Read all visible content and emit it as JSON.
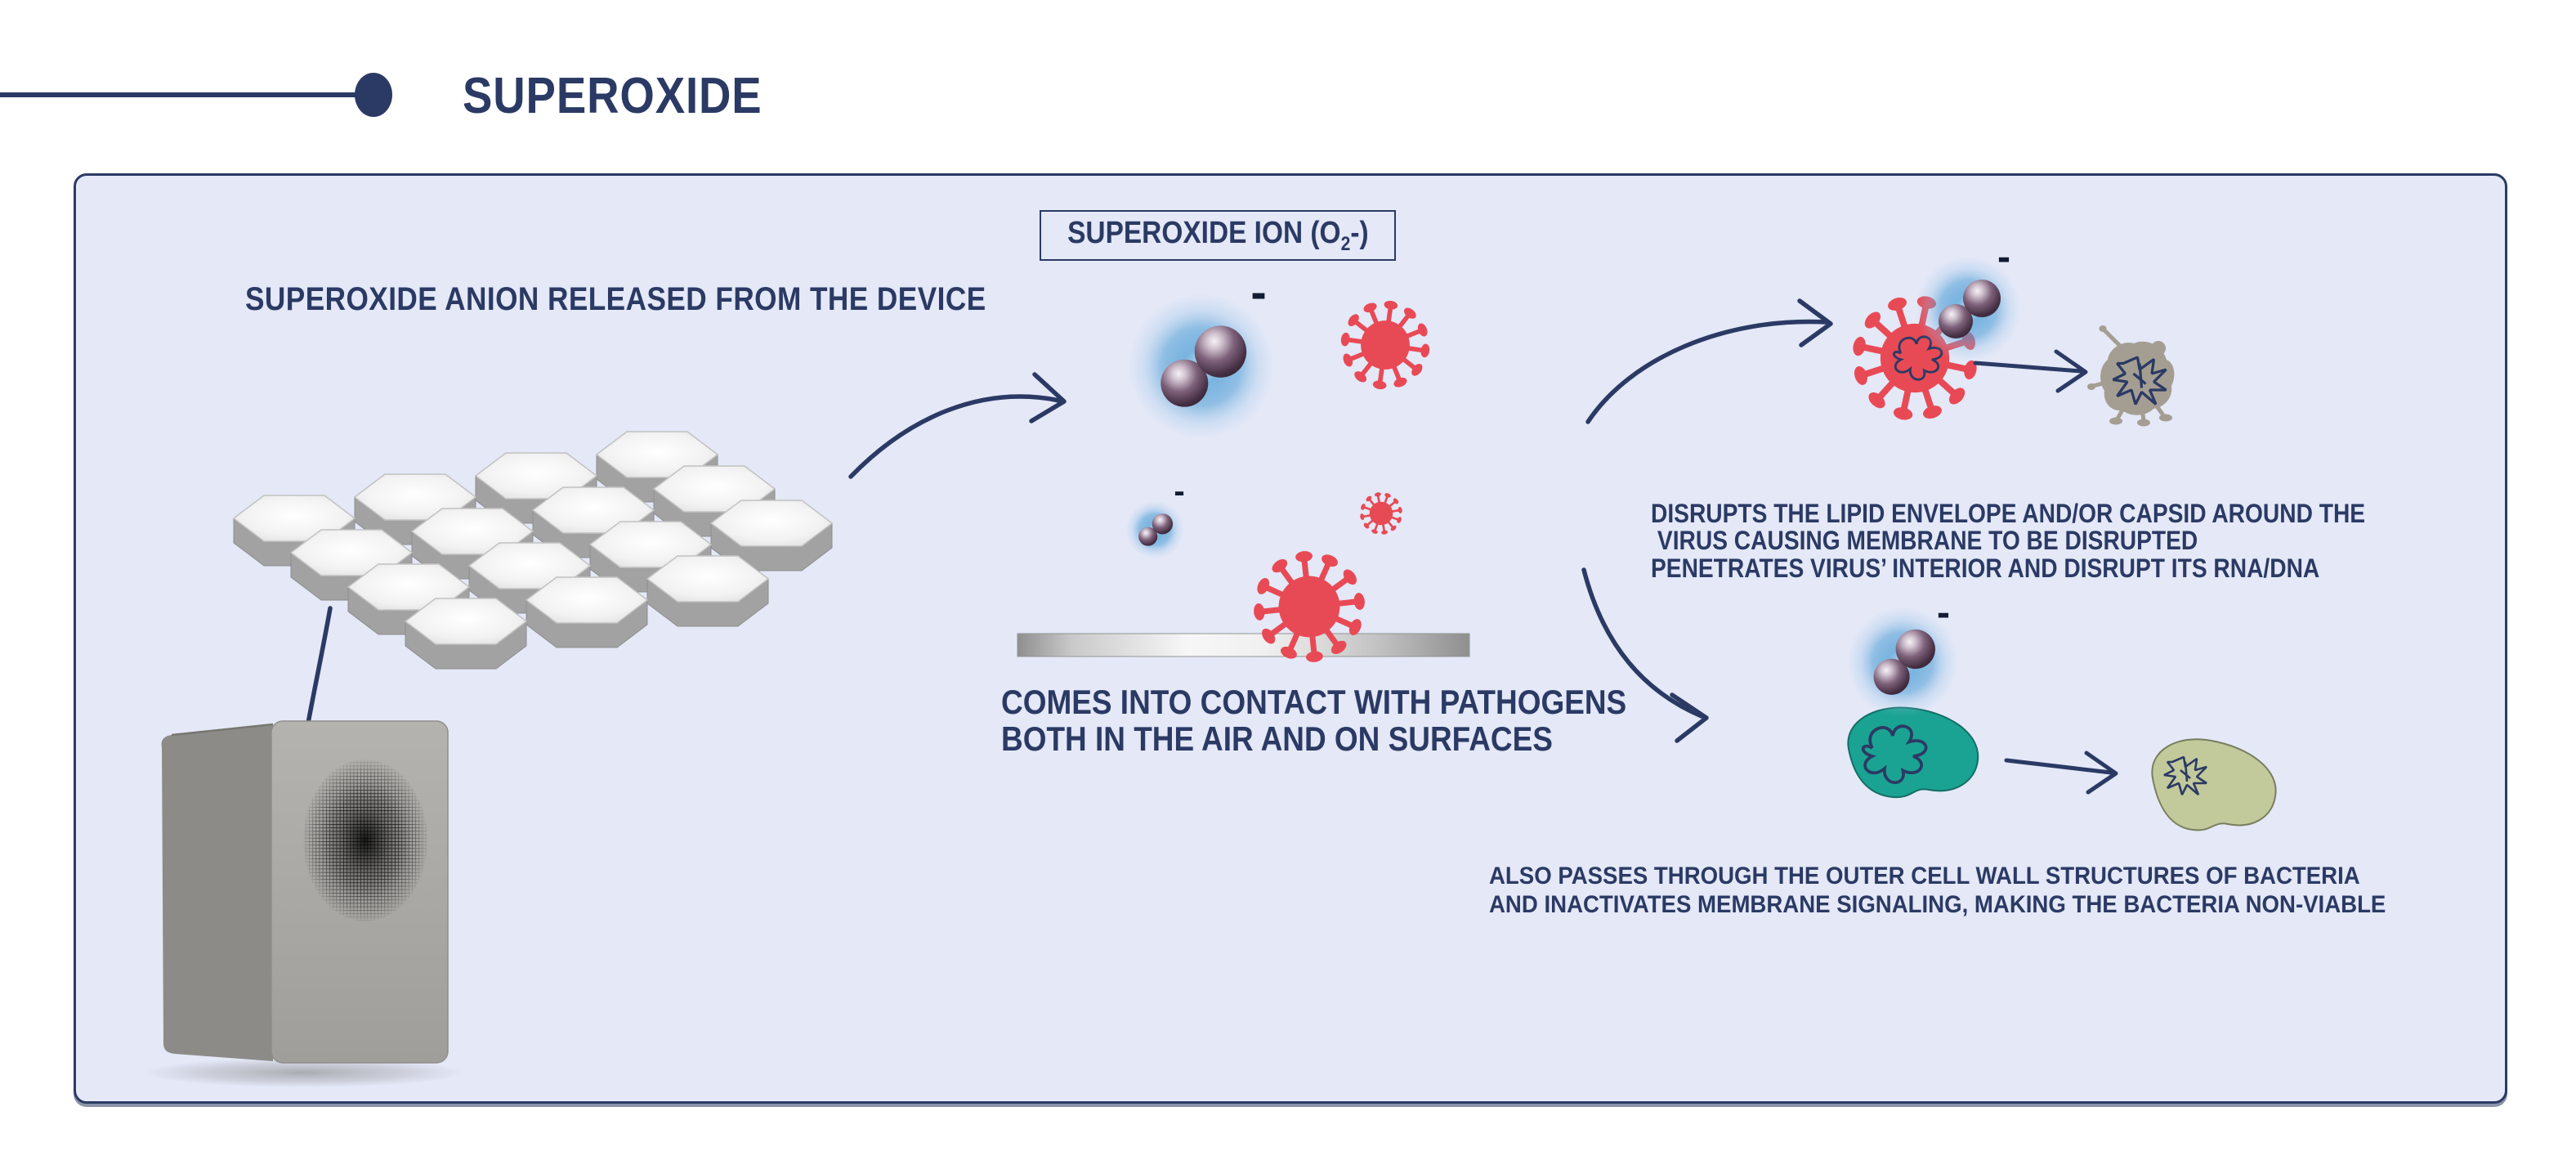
{
  "title": "SUPEROXIDE",
  "symbols": {
    "minus": "-"
  },
  "colors": {
    "accent_navy": "#2b3a64",
    "panel_bg": "#e4e8f7",
    "virus_red": "#e84a55",
    "virus_dead_gray": "#a49e92",
    "ion_glow_blue": "#4d9dd5",
    "ion_sphere_purple": "#3f2b3e",
    "bacteria_teal": "#1aa392",
    "bacteria_dead_olive": "#c2c99b"
  },
  "panel": {
    "ion_label": {
      "prefix": "SUPEROXIDE ION (O",
      "subscript": "2",
      "suffix": "-)"
    },
    "device_heading": "SUPEROXIDE ANION RELEASED FROM THE DEVICE",
    "contact_caption": {
      "line1": "COMES INTO CONTACT WITH PATHOGENS",
      "line2": "BOTH IN THE AIR AND ON SURFACES"
    },
    "virus_effect": {
      "line1": "DISRUPTS THE LIPID ENVELOPE AND/OR CAPSID AROUND THE",
      "line2": "VIRUS CAUSING MEMBRANE TO BE DISRUPTED",
      "line3": "PENETRATES VIRUS’ INTERIOR AND DISRUPT ITS RNA/DNA"
    },
    "bacteria_effect": {
      "line1": "ALSO PASSES THROUGH THE OUTER CELL WALL STRUCTURES OF BACTERIA",
      "line2": "AND INACTIVATES MEMBRANE SIGNALING, MAKING THE BACTERIA NON-VIABLE"
    }
  }
}
